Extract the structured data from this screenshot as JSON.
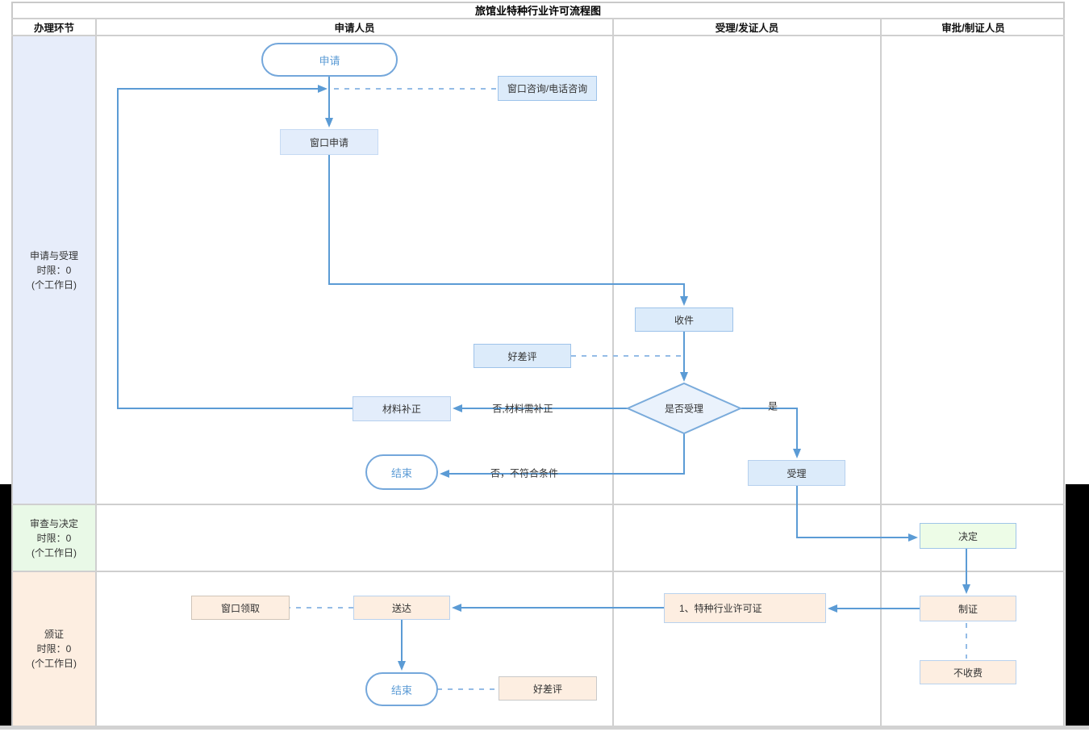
{
  "title": "旅馆业特种行业许可流程图",
  "headers": {
    "stage_col": "办理环节",
    "applicant_col": "申请人员",
    "acceptance_col": "受理/发证人员",
    "approval_col": "审批/制证人员"
  },
  "stages": [
    {
      "name": "申请与受理",
      "limit": "时限：0",
      "unit": "(个工作日)"
    },
    {
      "name": "审查与决定",
      "limit": "时限：0",
      "unit": "(个工作日)"
    },
    {
      "name": "颁证",
      "limit": "时限：0",
      "unit": "(个工作日)"
    }
  ],
  "nodes": {
    "apply_start": "申请",
    "consult": "窗口咨询/电话咨询",
    "window_apply": "窗口申请",
    "receive": "收件",
    "review_top": "好差评",
    "accept_decision": "是否受理",
    "material_fix": "材料补正",
    "end_top": "结束",
    "accept": "受理",
    "decide": "决定",
    "make_cert": "制证",
    "no_fee": "不收费",
    "license_item": "1、特种行业许可证",
    "deliver": "送达",
    "window_pickup": "窗口领取",
    "end_bottom": "结束",
    "review_bottom": "好差评"
  },
  "edge_labels": {
    "no_need_fix": "否,材料需补正",
    "no_reject": "否，不符合条件",
    "yes": "是"
  },
  "colors": {
    "connector": "#5b9bd5",
    "connector_dashed": "#94bce6",
    "node_blue_fill": "#dcebfa",
    "node_peach_fill": "#fdeee1",
    "node_green_fill": "#edfce7",
    "stage_row1_fill": "#e7edfa",
    "stage_row2_fill": "#e9f9e7",
    "stage_row3_fill": "#fdeee1",
    "grid": "#cfcfcf"
  }
}
